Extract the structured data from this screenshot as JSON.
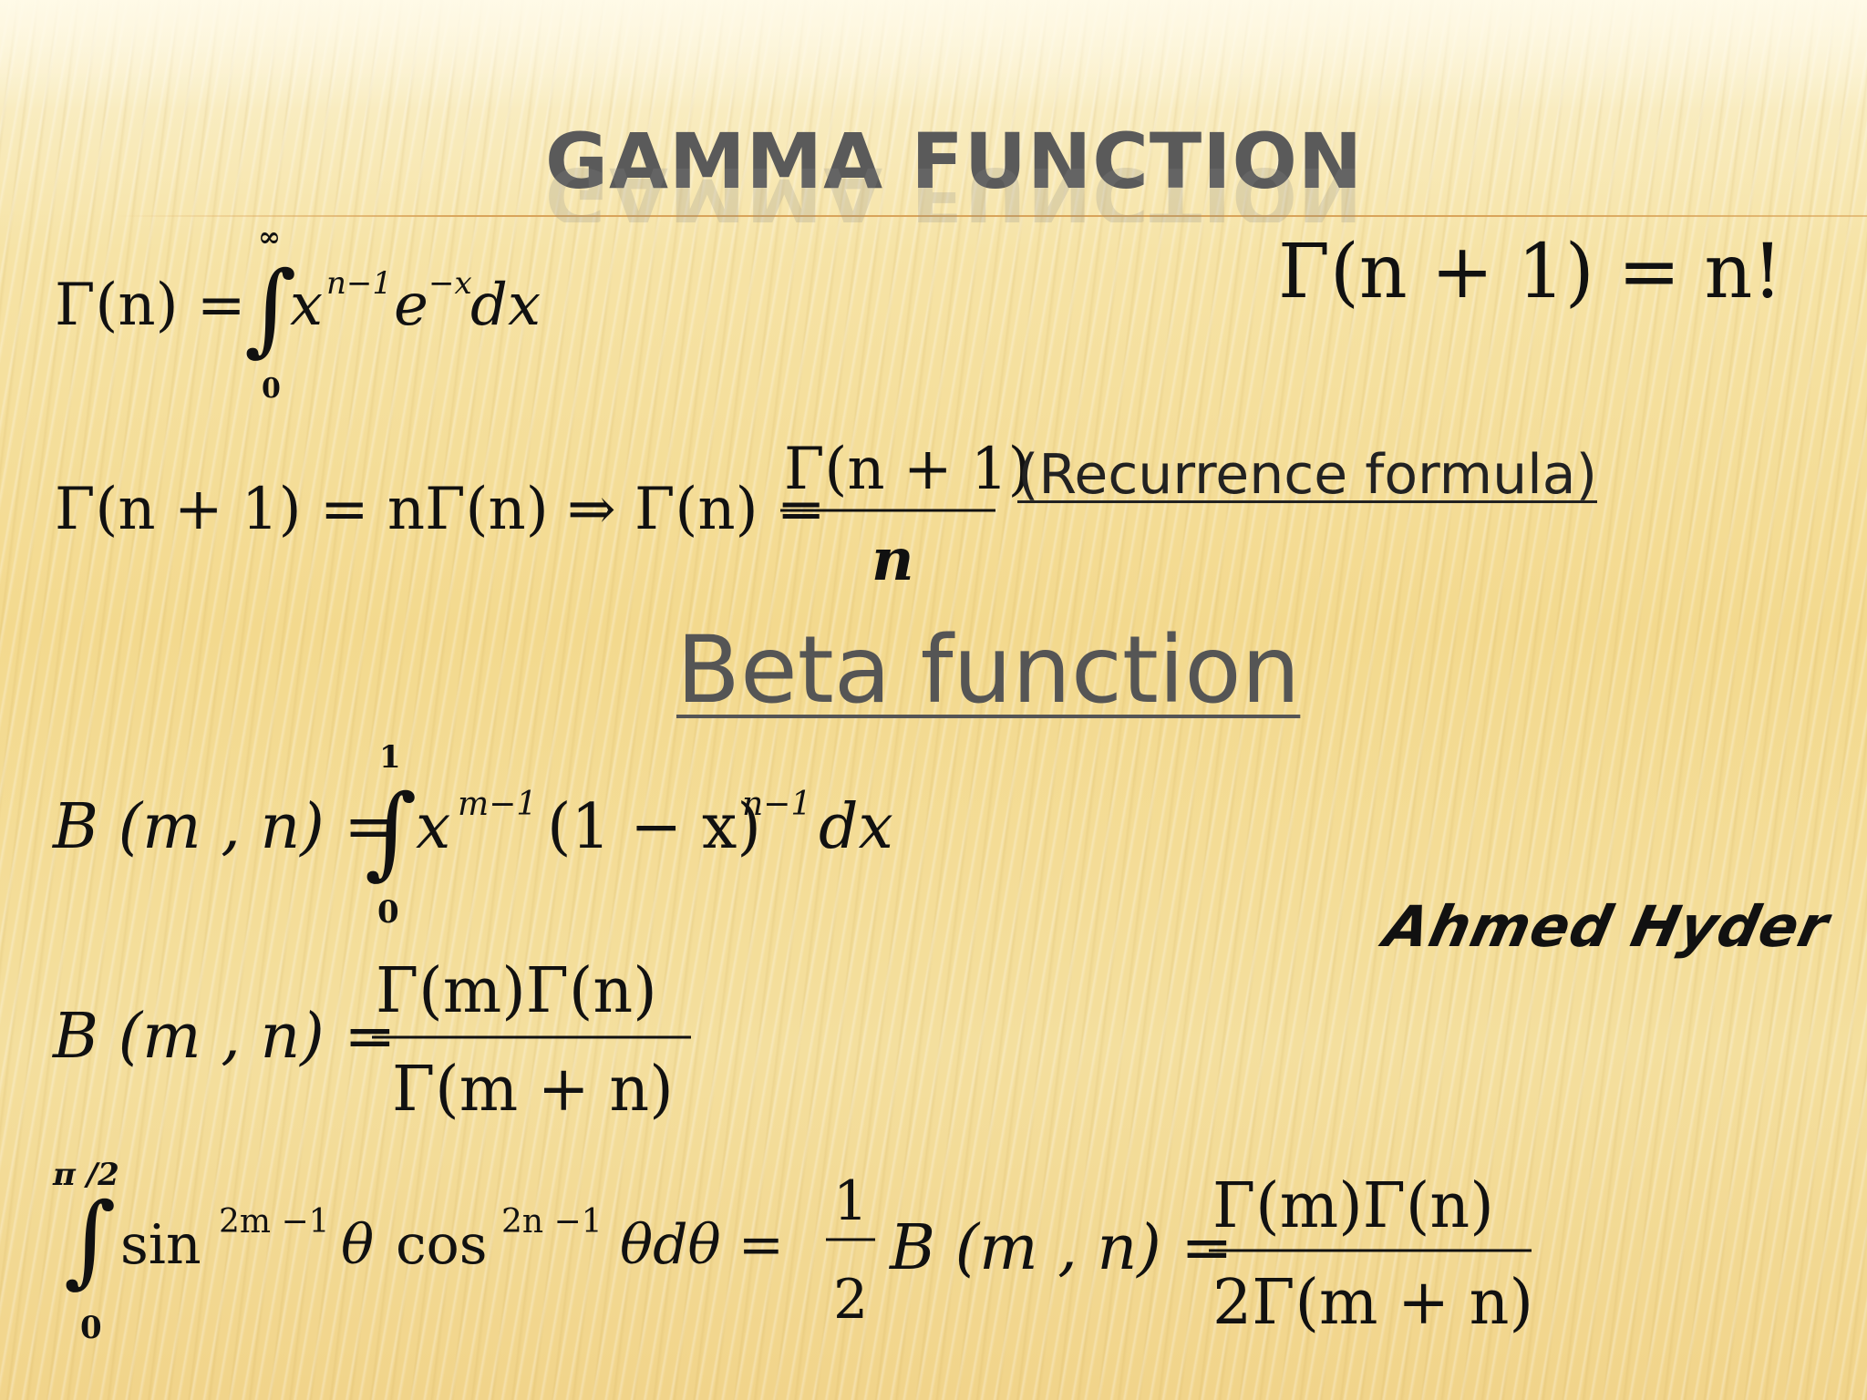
{
  "slide": {
    "title": "Gamma function",
    "subtitle": "Beta function",
    "recurrence_note": "(Recurrence formula)",
    "signature": "Ahmed Hyder"
  },
  "formulas": {
    "gamma_def": {
      "lhs": "Γ(n) =",
      "upper": "∞",
      "lower": "0",
      "integrand": "x",
      "exp1": "n−1",
      "e": "e",
      "exp2": "−x",
      "dx": "dx"
    },
    "gamma_factorial": "Γ(n + 1) = n!",
    "gamma_recurrence": {
      "lhs": "Γ(n + 1) = nΓ(n) ⇒ Γ(n) =",
      "num": "Γ(n + 1)",
      "den": "n"
    },
    "beta_def": {
      "lhs": "B (m , n) =",
      "upper": "1",
      "lower": "0",
      "x": "x",
      "exp1": "m−1",
      "mid": "(1 − x)",
      "exp2": "n−1",
      "dx": "dx"
    },
    "beta_gamma": {
      "lhs": "B (m , n) =",
      "num": "Γ(m)Γ(n)",
      "den": "Γ(m + n)"
    },
    "trig_integral": {
      "upper": "π /2",
      "lower": "0",
      "sin": "sin",
      "exp_sin": "2m −1",
      "theta1": "θ",
      "cos": "cos",
      "exp_cos": "2n −1",
      "theta_dtheta": "θdθ =",
      "half_num": "1",
      "half_den": "2",
      "mid": "B (m , n) =",
      "num": "Γ(m)Γ(n)",
      "den": "2Γ(m + n)"
    }
  }
}
